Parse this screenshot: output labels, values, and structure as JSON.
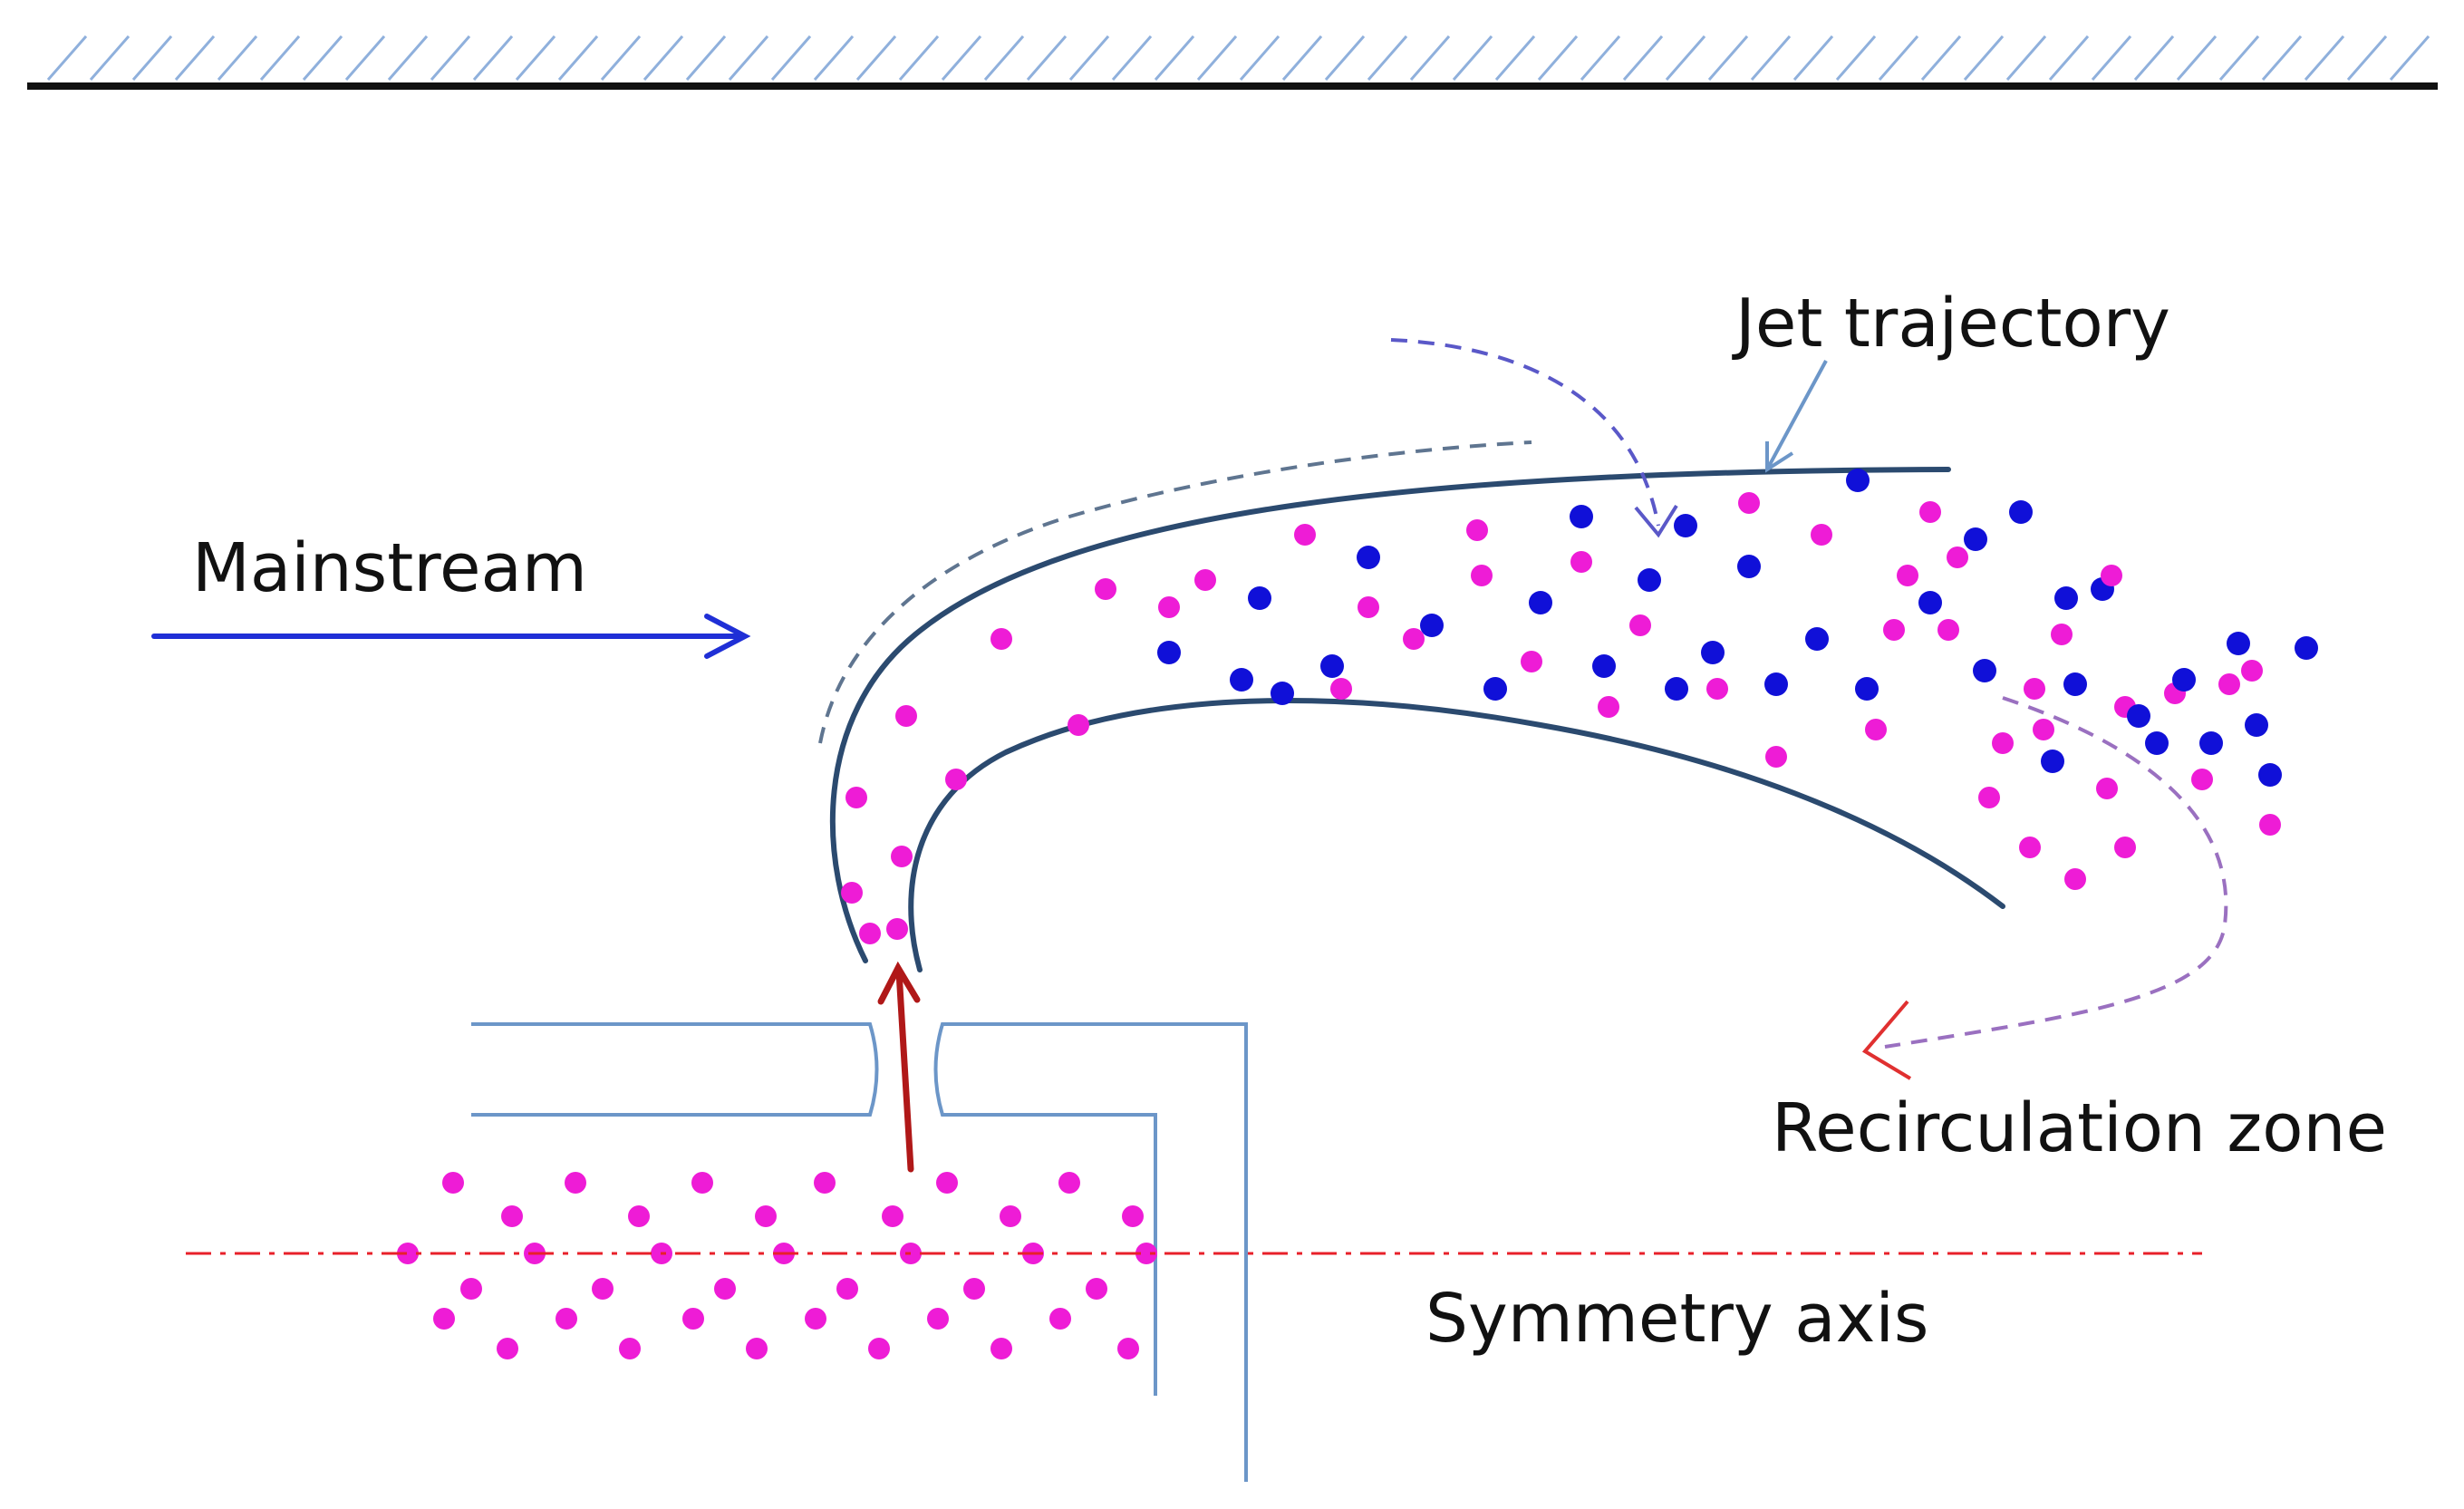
{
  "labels": {
    "mainstream": "Mainstream",
    "jet_trajectory": "Jet trajectory",
    "recirculation_zone": "Recirculation zone",
    "symmetry_axis": "Symmetry axis"
  },
  "colors": {
    "wall_line": "#111111",
    "wall_hatch": "#8fb0dc",
    "jet_boundary": "#2b4a6f",
    "pipe_outline": "#6c96c8",
    "mainstream_arrow": "#1f2fd6",
    "injection_arrow": "#b01818",
    "symmetry_axis": "#e8202a",
    "particle_magenta": "#ee1cd6",
    "particle_blue": "#1010d8",
    "dashed_outer": "#5f7590",
    "dashed_recirc": "#9a70c0",
    "recirc_arrowhead": "#e03030",
    "dashed_top": "#5a58c8"
  }
}
